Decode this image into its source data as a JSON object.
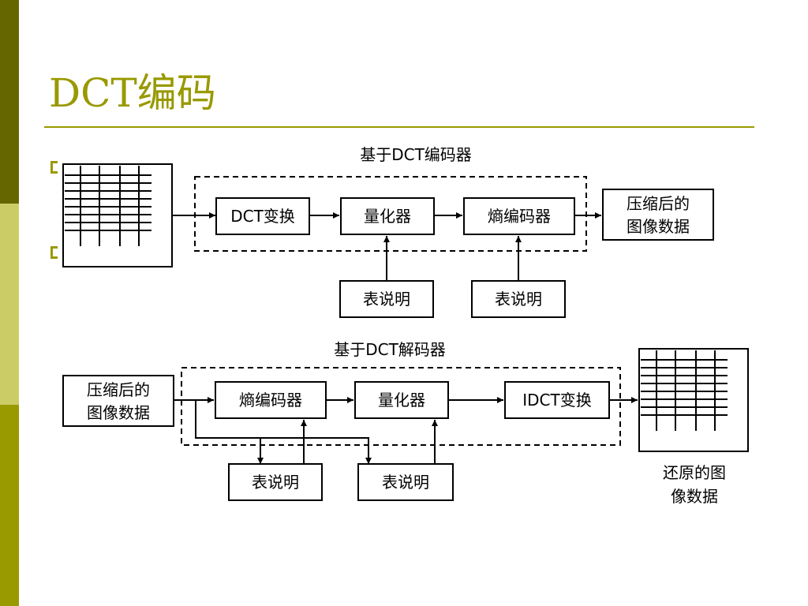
{
  "slide": {
    "title": "DCT编码"
  },
  "colors": {
    "accent": "#999900",
    "sidebar_dark": "#666600",
    "sidebar_light": "#cccc66"
  },
  "encoder": {
    "caption": "基于DCT编码器",
    "blocks": {
      "dct": "DCT变换",
      "quantizer": "量化器",
      "entropy": "熵编码器"
    },
    "output": [
      "压缩后的",
      "图像数据"
    ],
    "tables": [
      "表说明",
      "表说明"
    ]
  },
  "decoder": {
    "caption": "基于DCT解码器",
    "input": [
      "压缩后的",
      "图像数据"
    ],
    "blocks": {
      "entropy": "熵编码器",
      "quantizer": "量化器",
      "idct": "IDCT变换"
    },
    "tables": [
      "表说明",
      "表说明"
    ],
    "output": [
      "还原的图",
      "像数据"
    ]
  }
}
